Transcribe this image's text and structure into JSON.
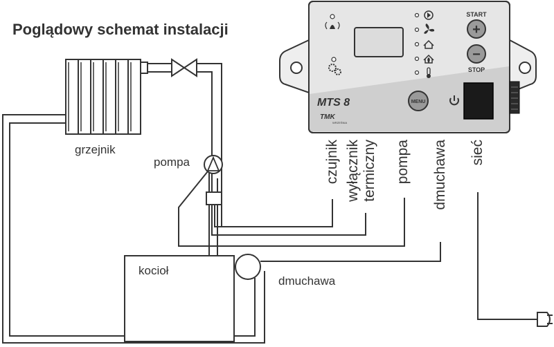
{
  "title": "Poglądowy schemat instalacji",
  "labels": {
    "radiator": "grzejnik",
    "pump": "pompa",
    "boiler": "kocioł",
    "blower": "dmuchawa"
  },
  "controller": {
    "model": "MTS 8",
    "brand": "TMK",
    "brand_sub": "WRZEŚNIA",
    "start_label": "START",
    "stop_label": "STOP",
    "menu_label": "MENU",
    "plus_symbol": "+",
    "minus_symbol": "−",
    "colors": {
      "panel": "#e6e6e6",
      "accent_band": "#cfcfcf",
      "display": "#dcdcdc",
      "switch": "#1a1a1a"
    },
    "icons": [
      "play-icon",
      "fan-icon",
      "house-icon",
      "house-flame-icon",
      "thermometer-icon",
      "alarm-icon",
      "gears-icon",
      "power-icon"
    ]
  },
  "terminals": {
    "sensor": "czujnik",
    "thermal_switch_1": "wyłącznik",
    "thermal_switch_2": "termiczny",
    "pump": "pompa",
    "blower": "dmuchawa",
    "mains": "sieć"
  }
}
